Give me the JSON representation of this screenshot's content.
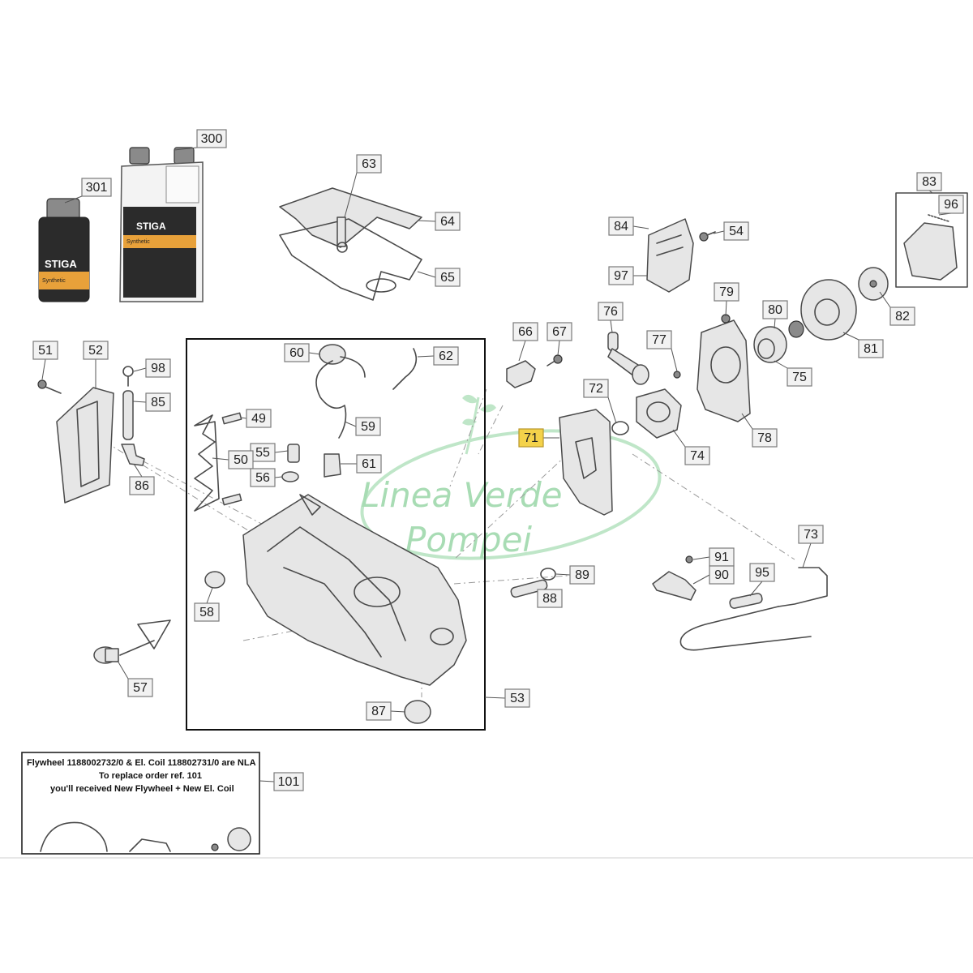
{
  "diagram": {
    "callouts": [
      {
        "id": "c300",
        "label": "300"
      },
      {
        "id": "c301",
        "label": "301"
      },
      {
        "id": "c63",
        "label": "63"
      },
      {
        "id": "c64",
        "label": "64"
      },
      {
        "id": "c65",
        "label": "65"
      },
      {
        "id": "c83",
        "label": "83"
      },
      {
        "id": "c96",
        "label": "96"
      },
      {
        "id": "c84",
        "label": "84"
      },
      {
        "id": "c54",
        "label": "54"
      },
      {
        "id": "c97",
        "label": "97"
      },
      {
        "id": "c79",
        "label": "79"
      },
      {
        "id": "c80",
        "label": "80"
      },
      {
        "id": "c82",
        "label": "82"
      },
      {
        "id": "c81",
        "label": "81"
      },
      {
        "id": "c76",
        "label": "76"
      },
      {
        "id": "c77",
        "label": "77"
      },
      {
        "id": "c75",
        "label": "75"
      },
      {
        "id": "c66",
        "label": "66"
      },
      {
        "id": "c67",
        "label": "67"
      },
      {
        "id": "c72",
        "label": "72"
      },
      {
        "id": "c78",
        "label": "78"
      },
      {
        "id": "c71",
        "label": "71",
        "highlight": true
      },
      {
        "id": "c74",
        "label": "74"
      },
      {
        "id": "c51",
        "label": "51"
      },
      {
        "id": "c52",
        "label": "52"
      },
      {
        "id": "c98",
        "label": "98"
      },
      {
        "id": "c85",
        "label": "85"
      },
      {
        "id": "c86",
        "label": "86"
      },
      {
        "id": "c60",
        "label": "60"
      },
      {
        "id": "c62",
        "label": "62"
      },
      {
        "id": "c49",
        "label": "49"
      },
      {
        "id": "c59",
        "label": "59"
      },
      {
        "id": "c55",
        "label": "55"
      },
      {
        "id": "c50",
        "label": "50"
      },
      {
        "id": "c61",
        "label": "61"
      },
      {
        "id": "c56",
        "label": "56"
      },
      {
        "id": "c58",
        "label": "58"
      },
      {
        "id": "c57",
        "label": "57"
      },
      {
        "id": "c73",
        "label": "73"
      },
      {
        "id": "c91",
        "label": "91"
      },
      {
        "id": "c90",
        "label": "90"
      },
      {
        "id": "c95",
        "label": "95"
      },
      {
        "id": "c89",
        "label": "89"
      },
      {
        "id": "c88",
        "label": "88"
      },
      {
        "id": "c53",
        "label": "53"
      },
      {
        "id": "c87",
        "label": "87"
      },
      {
        "id": "c101",
        "label": "101"
      }
    ],
    "note": {
      "line1": "Flywheel 1188002732/0 & El. Coil 118802731/0 are NLA",
      "line2": "To replace order ref. 101",
      "line3": "you'll received New Flywheel + New El. Coil"
    },
    "watermark": {
      "line1": "Linea Verde",
      "line2": "Pompei",
      "color": "#a8dcb4"
    },
    "bottles": {
      "brand": "STIGA",
      "small_label": "Synthetic",
      "large_label": "Synthetic",
      "accent": "#e8a13a",
      "body": "#2b2b2b"
    },
    "colors": {
      "highlight": "#f4d24a",
      "callout_fill": "#f2f2f2"
    }
  }
}
